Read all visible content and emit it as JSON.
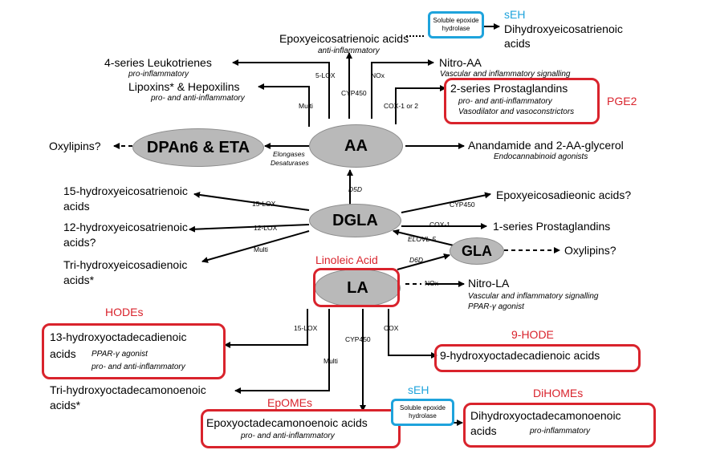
{
  "nodes": {
    "aa": "AA",
    "dgla": "DGLA",
    "gla": "GLA",
    "la": "LA",
    "dpan6_eta": "DPAn6 & ETA"
  },
  "products": {
    "epoxyeicosatrienoic": {
      "name": "Epoxyeicosatrienoic acids",
      "note": "anti-inflammatory"
    },
    "dihydroxyeicosatrienoic": {
      "line1": "Dihydroxyeicosatrienoic",
      "line2": "acids"
    },
    "leukotrienes": {
      "name": "4-series Leukotrienes",
      "note": "pro-inflammatory"
    },
    "lipoxins": {
      "name": "Lipoxins* & Hepoxilins",
      "note": "pro- and anti-inflammatory"
    },
    "nitro_aa": {
      "name": "Nitro-AA",
      "note": "Vascular and inflammatory signalling"
    },
    "prostaglandins2": {
      "name": "2-series Prostaglandins",
      "note1": "pro- and anti-inflammatory",
      "note2": "Vasodilator and vasoconstrictors"
    },
    "oxylipins_left": "Oxylipins?",
    "anandamide": {
      "name": "Anandamide and 2-AA-glycerol",
      "note": "Endocannabinoid agonists"
    },
    "hete15": {
      "line1": "15-hydroxyeicosatrienoic",
      "line2": "acids"
    },
    "hete12": {
      "line1": "12-hydroxyeicosatrienoic",
      "line2": "acids?"
    },
    "trihydroxy_eicosa": {
      "line1": "Tri-hydroxyeicosadienoic",
      "line2": "acids*"
    },
    "epoxyeicosadieonic": "Epoxyeicosadieonic acids?",
    "prostaglandins1": "1-series Prostaglandins",
    "oxylipins_right": "Oxylipins?",
    "nitro_la": {
      "name": "Nitro-LA",
      "note1": "Vascular and inflammatory signalling",
      "note2": "PPAR-γ agonist"
    },
    "hode13": {
      "line1": "13-hydroxyoctadecadienoic",
      "line2": "acids",
      "note1": "PPAR-γ agonist",
      "note2": "pro- and anti-inflammatory"
    },
    "hode9": "9-hydroxyoctadecadienoic acids",
    "trihydroxy_octa": {
      "line1": "Tri-hydroxyoctadecamonoenoic",
      "line2": "acids*"
    },
    "epomes": {
      "name": "Epoxyoctadecamonoenoic acids",
      "note": "pro- and anti-inflammatory"
    },
    "dihomes": {
      "line1": "Dihydroxyoctadecamonoenoic",
      "line2": "acids",
      "note": "pro-inflammatory"
    }
  },
  "enzymes": {
    "lox5": "5-LOX",
    "multi_aa": "Multi",
    "cyp450_aa": "CYP450",
    "nox_aa": "NOx",
    "cox_aa": "COX-1 or 2",
    "elongases": "Elongases",
    "desaturases": "Desaturases",
    "d5d": "D5D",
    "lox15_dgla": "15-LOX",
    "lox12_dgla": "12-LOX",
    "multi_dgla": "Multi",
    "cyp450_dgla": "CYP450",
    "cox1_dgla": "COX-1",
    "elovl5": "ELOVL-5",
    "d6d": "D6D",
    "nox_la": "NOx",
    "lox15_la": "15-LOX",
    "cyp450_la": "CYP450",
    "cox_la": "COX",
    "multi_la": "Multi",
    "seh_box": "Soluble epoxide hydrolase"
  },
  "annotations": {
    "seh_top": "sEH",
    "seh_bottom": "sEH",
    "pge2": "PGE2",
    "linoleic_acid": "Linoleic Acid",
    "hodes": "HODEs",
    "hode9": "9-HODE",
    "epomes": "EpOMEs",
    "dihomes": "DiHOMEs"
  },
  "colors": {
    "highlight_red": "#d9232c",
    "highlight_blue": "#1ea3dc",
    "node_fill": "#b9b9b9"
  }
}
